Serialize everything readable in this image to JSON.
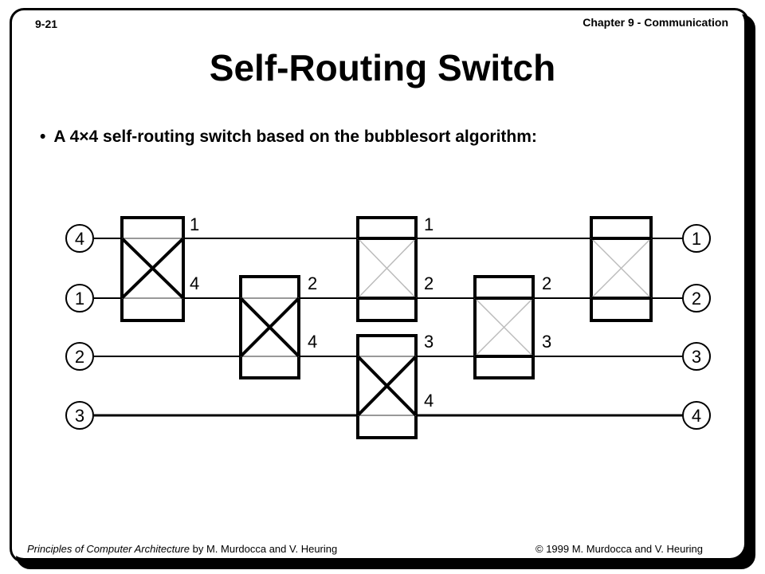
{
  "header": {
    "slide_number": "9-21",
    "chapter": "Chapter 9 - Communication"
  },
  "title": "Self-Routing Switch",
  "bullet": {
    "symbol": "•",
    "pre": "A 4",
    "times": "×",
    "post": "4 self-routing switch based on the bubblesort algorithm:"
  },
  "diagram": {
    "inputs": [
      "4",
      "1",
      "2",
      "3"
    ],
    "outputs": [
      "1",
      "2",
      "3",
      "4"
    ],
    "stage1_labels": [
      "1",
      "4"
    ],
    "stage2_labels": [
      "2",
      "4"
    ],
    "stage3_labels": [
      "1",
      "2",
      "3",
      "4"
    ],
    "stage4_labels": [
      "2",
      "3"
    ]
  },
  "footer": {
    "book": "Principles of Computer Architecture",
    "authors": " by M. Murdocca and V. Heuring",
    "copyright": "© 1999 M. Murdocca and V. Heuring"
  }
}
